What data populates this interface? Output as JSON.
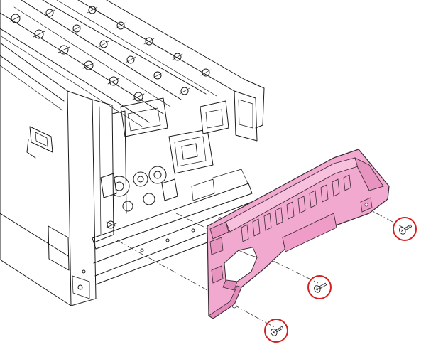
{
  "diagram": {
    "type": "exploded-assembly-illustration",
    "highlighted_part": "side-cover-panel",
    "colors": {
      "highlight_fill": "#f2a9cf",
      "highlight_stroke": "#3a2a33",
      "line": "#1a1a1a",
      "callout_circle": "#d6201f"
    },
    "screws": [
      {
        "name": "screw-right",
        "circled": true
      },
      {
        "name": "screw-middle",
        "circled": true
      },
      {
        "name": "screw-bottom",
        "circled": true
      }
    ]
  }
}
